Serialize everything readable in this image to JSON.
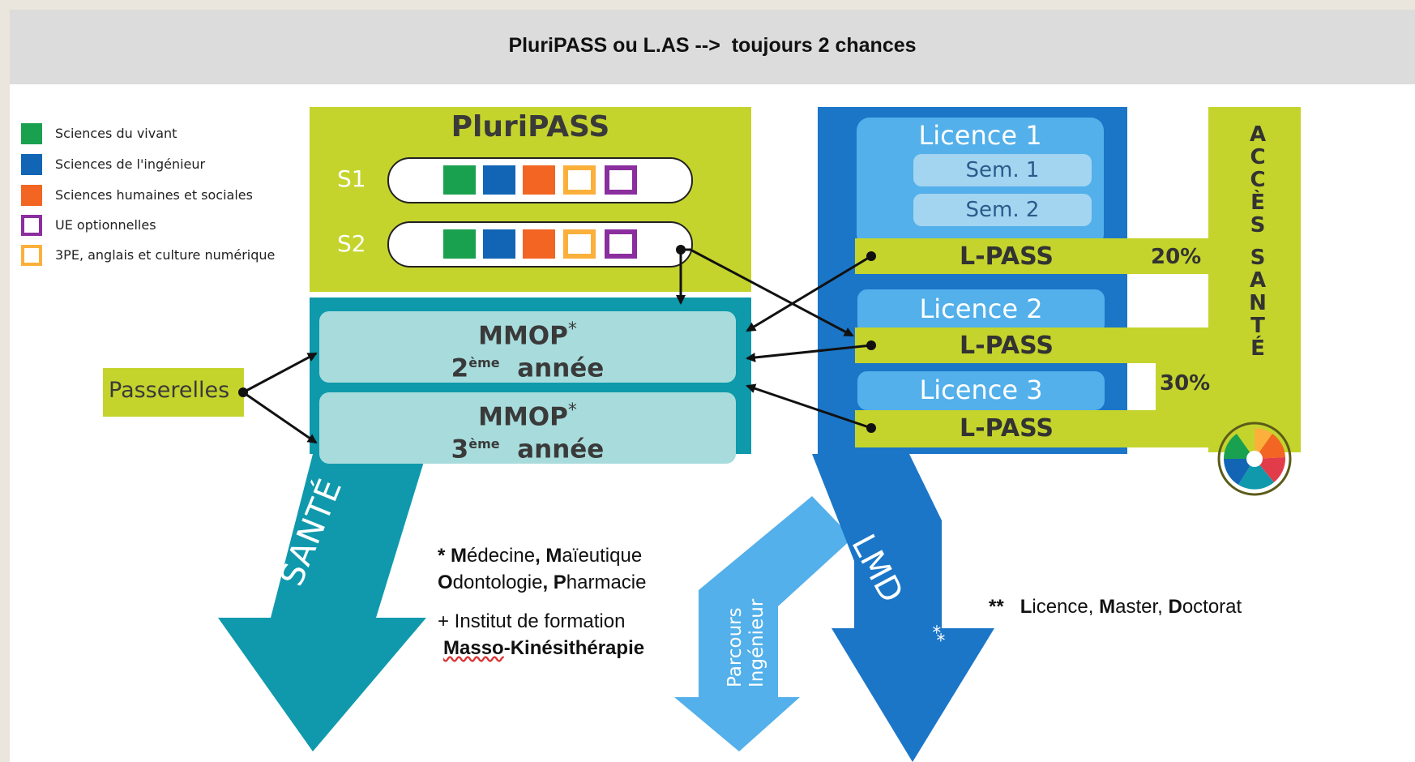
{
  "header": {
    "title": "PluriPASS ou L.AS -->  toujours 2 chances"
  },
  "legend": [
    {
      "label": "Sciences du vivant",
      "color": "#1aa150",
      "filled": true
    },
    {
      "label": "Sciences de l'ingénieur",
      "color": "#1265b4",
      "filled": true
    },
    {
      "label": "Sciences humaines et sociales",
      "color": "#f26522",
      "filled": true
    },
    {
      "label": "UE optionnelles",
      "color": "#8b2e9e",
      "filled": false
    },
    {
      "label": "3PE, anglais et culture numérique",
      "color": "#fbb03b",
      "filled": false
    }
  ],
  "pluripass": {
    "title": "PluriPASS",
    "semesters": [
      {
        "label": "S1"
      },
      {
        "label": "S2"
      }
    ]
  },
  "passerelles": {
    "label": "Passerelles"
  },
  "mmop": [
    {
      "title": "MMOP",
      "star": "*",
      "year_num": "2",
      "year_sup": "ème",
      "year_word": "année"
    },
    {
      "title": "MMOP",
      "star": "*",
      "year_num": "3",
      "year_sup": "ème",
      "year_word": "année"
    }
  ],
  "licence": {
    "l1": {
      "title": "Licence 1",
      "sem1": "Sem. 1",
      "sem2": "Sem. 2"
    },
    "l2": {
      "title": "Licence 2"
    },
    "l3": {
      "title": "Licence 3"
    },
    "lpass": "L-PASS",
    "pct_20": "20%",
    "pct_30": "30%"
  },
  "acces_sante": {
    "letters": [
      "A",
      "C",
      "C",
      "È",
      "S",
      "",
      "S",
      "A",
      "N",
      "T",
      "É"
    ]
  },
  "arrows": {
    "sante": "SANTÉ",
    "lmd": "LMD",
    "lmd_star": "**",
    "parcours_line1": "Parcours",
    "parcours_line2": "Ingénieur"
  },
  "notes": {
    "sante": {
      "star": "*",
      "line1_b1": "M",
      "line1_r1": "édecine",
      "line1_b2": ", M",
      "line1_r2": "aïeutique",
      "line2_b1": "O",
      "line2_r1": "dontologie",
      "line2_b2": ", P",
      "line2_r2": "harmacie",
      "line3": "+ Institut de formation",
      "line4_a": "Masso",
      "line4_b": "-Kinésithérapie"
    },
    "lmd": {
      "star": "**",
      "b1": "L",
      "r1": "icence, ",
      "b2": "M",
      "r2": "aster, ",
      "b3": "D",
      "r3": "octorat"
    }
  },
  "colors": {
    "lime": "#c4d42c",
    "teal": "#0e9aab",
    "teal_light": "#a8dcdc",
    "blue_dark": "#1b76c8",
    "blue_light": "#53b0ea",
    "blue_pale": "#a3d4f0",
    "sante_arrow": "#1099ac",
    "lmd_arrow": "#1b76c8",
    "parcours_arrow": "#53b0ea"
  }
}
